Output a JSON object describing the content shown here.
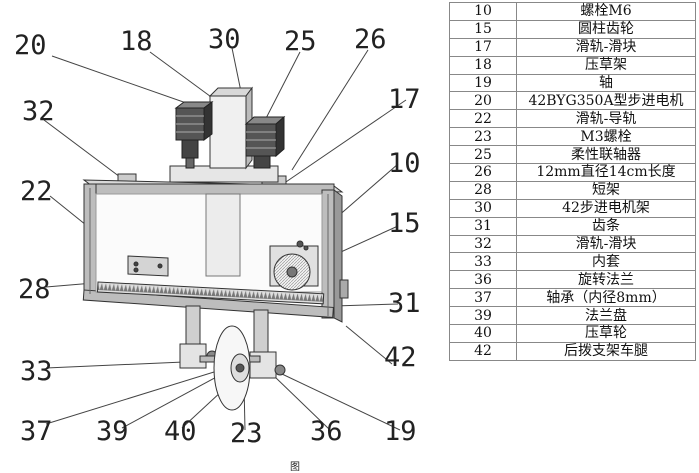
{
  "callouts": [
    {
      "id": "c20",
      "label": "20"
    },
    {
      "id": "c18",
      "label": "18"
    },
    {
      "id": "c30",
      "label": "30"
    },
    {
      "id": "c25",
      "label": "25"
    },
    {
      "id": "c26",
      "label": "26"
    },
    {
      "id": "c32",
      "label": "32"
    },
    {
      "id": "c17",
      "label": "17"
    },
    {
      "id": "c22",
      "label": "22"
    },
    {
      "id": "c10",
      "label": "10"
    },
    {
      "id": "c15",
      "label": "15"
    },
    {
      "id": "c28",
      "label": "28"
    },
    {
      "id": "c31",
      "label": "31"
    },
    {
      "id": "c42",
      "label": "42"
    },
    {
      "id": "c33",
      "label": "33"
    },
    {
      "id": "c37",
      "label": "37"
    },
    {
      "id": "c39",
      "label": "39"
    },
    {
      "id": "c40",
      "label": "40"
    },
    {
      "id": "c23",
      "label": "23"
    },
    {
      "id": "c36",
      "label": "36"
    },
    {
      "id": "c19",
      "label": "19"
    }
  ],
  "parts": [
    {
      "no": "10",
      "name": "螺栓M6"
    },
    {
      "no": "15",
      "name": "圆柱齿轮"
    },
    {
      "no": "17",
      "name": "滑轨-滑块"
    },
    {
      "no": "18",
      "name": "压草架"
    },
    {
      "no": "19",
      "name": "轴"
    },
    {
      "no": "20",
      "name": "42BYG350A型步进电机"
    },
    {
      "no": "22",
      "name": "滑轨-导轨"
    },
    {
      "no": "23",
      "name": "M3螺栓"
    },
    {
      "no": "25",
      "name": "柔性联轴器"
    },
    {
      "no": "26",
      "name": "12mm直径14cm长度"
    },
    {
      "no": "28",
      "name": "短架"
    },
    {
      "no": "30",
      "name": "42步进电机架"
    },
    {
      "no": "31",
      "name": "齿条"
    },
    {
      "no": "32",
      "name": "滑轨-滑块"
    },
    {
      "no": "33",
      "name": "内套"
    },
    {
      "no": "36",
      "name": "旋转法兰"
    },
    {
      "no": "37",
      "name": "轴承（内径8mm）"
    },
    {
      "no": "39",
      "name": "法兰盘"
    },
    {
      "no": "40",
      "name": "压草轮"
    },
    {
      "no": "42",
      "name": "后拨支架车腿"
    }
  ],
  "caption": "图"
}
